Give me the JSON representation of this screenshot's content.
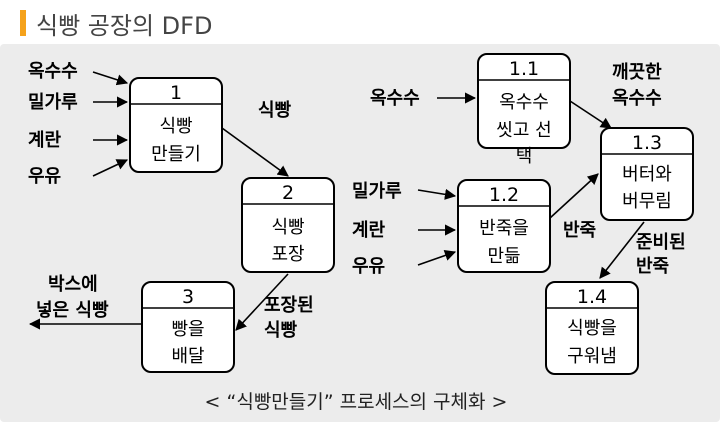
{
  "title": "식빵 공장의 DFD",
  "caption": "< “식빵만들기” 프로세스의 구체화 >",
  "colors": {
    "accent": "#f5a21b",
    "panel": "#ececec"
  },
  "processes": [
    {
      "id": "p1",
      "number": "1",
      "line1": "식빵",
      "line2": "만들기"
    },
    {
      "id": "p2",
      "number": "2",
      "line1": "식빵",
      "line2": "포장"
    },
    {
      "id": "p3",
      "number": "3",
      "line1": "빵을",
      "line2": "배달"
    },
    {
      "id": "p11",
      "number": "1.1",
      "line1": "옥수수",
      "line2": "씻고 선",
      "line3": "택"
    },
    {
      "id": "p12",
      "number": "1.2",
      "line1": "반죽을",
      "line2": "만듦"
    },
    {
      "id": "p13",
      "number": "1.3",
      "line1": "버터와",
      "line2": "버무림"
    },
    {
      "id": "p14",
      "number": "1.4",
      "line1": "식빵을",
      "line2": "구워냄"
    }
  ],
  "flows": {
    "left_corn": "옥수수",
    "left_flour": "밀가루",
    "left_egg": "계란",
    "left_milk": "우유",
    "bread": "식빵",
    "packed_line1": "포장된",
    "packed_line2": "식빵",
    "boxed_line1": "박스에",
    "boxed_line2": "넣은 식빵",
    "right_corn": "옥수수",
    "right_flour": "밀가루",
    "right_egg": "계란",
    "right_milk": "우유",
    "clean_line1": "깨끗한",
    "clean_line2": "옥수수",
    "dough": "반죽",
    "ready_line1": "준비된",
    "ready_line2": "반죽"
  }
}
